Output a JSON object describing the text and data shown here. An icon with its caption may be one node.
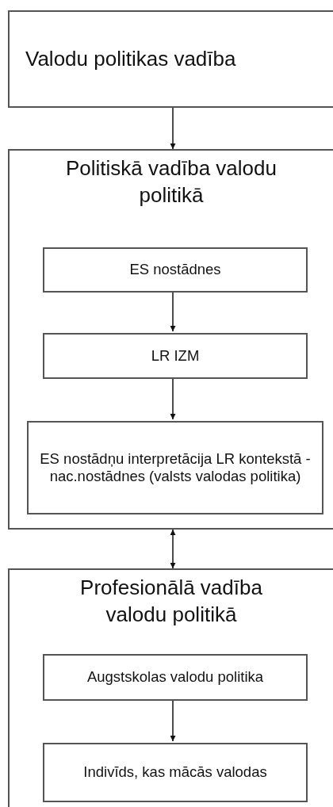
{
  "diagram": {
    "nodes": [
      {
        "text": [
          "Valodu politikas vadība"
        ]
      },
      {
        "text": [
          "Politiskā vadība valodu politikā"
        ]
      },
      {
        "text": [
          "ES nostādnes"
        ],
        "in": 1
      },
      {
        "text": [
          "LR IZM"
        ],
        "in": 1
      },
      {
        "text": [
          "ES nostādņu interpretācija LR kontekstā - nac.nostādnes (valsts valodas politika)"
        ],
        "in": 1
      },
      {
        "text": [
          "Profesionālā vadība valodu politikā"
        ]
      },
      {
        "text": [
          "Augstskolas valodu politika"
        ],
        "in": 5
      },
      {
        "text": [
          "Indivīds, kas mācās valodas"
        ],
        "in": 5
      }
    ],
    "edges": [
      {
        "from": 0,
        "to": 1,
        "arrow": "to"
      },
      {
        "from": 2,
        "to": 3,
        "arrow": "to"
      },
      {
        "from": 3,
        "to": 4,
        "arrow": "to"
      },
      {
        "from": 1,
        "to": 5,
        "arrow": "both"
      },
      {
        "from": 6,
        "to": 7,
        "arrow": "to"
      }
    ]
  }
}
